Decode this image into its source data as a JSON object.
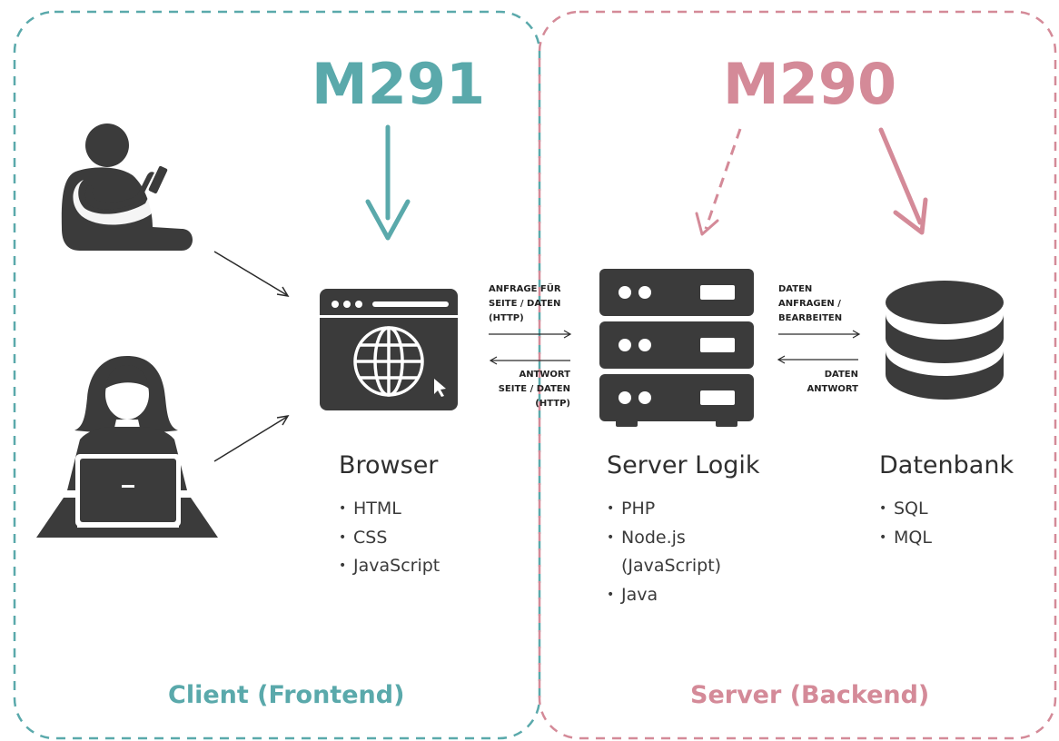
{
  "colors": {
    "client_accent": "#5aa9ab",
    "server_accent": "#d48a98",
    "icon_dark": "#3b3b3b",
    "arrow_dark": "#2a2a2a"
  },
  "client": {
    "module": "M291",
    "zone_label": "Client (Frontend)"
  },
  "server": {
    "module": "M290",
    "zone_label": "Server (Backend)"
  },
  "components": {
    "browser": {
      "title": "Browser",
      "icon": "browser-window-globe-icon",
      "items": [
        "HTML",
        "CSS",
        "JavaScript"
      ]
    },
    "server_logic": {
      "title": "Server Logik",
      "icon": "server-rack-icon",
      "items": [
        "PHP",
        "Node.js",
        "(JavaScript)",
        "Java"
      ]
    },
    "database": {
      "title": "Datenbank",
      "icon": "database-icon",
      "items": [
        "SQL",
        "MQL"
      ]
    }
  },
  "users": {
    "user_sitting": "person-with-phone-icon",
    "user_laptop": "person-with-laptop-icon"
  },
  "arrows": {
    "request_browser_to_server": [
      "ANFRAGE FÜR",
      "SEITE / DATEN",
      "(HTTP)"
    ],
    "response_server_to_browser": [
      "ANTWORT",
      "SEITE / DATEN",
      "(HTTP)"
    ],
    "request_server_to_db": [
      "DATEN",
      "ANFRAGEN /",
      "BEARBEITEN"
    ],
    "response_db_to_server": [
      "DATEN",
      "ANTWORT"
    ]
  }
}
